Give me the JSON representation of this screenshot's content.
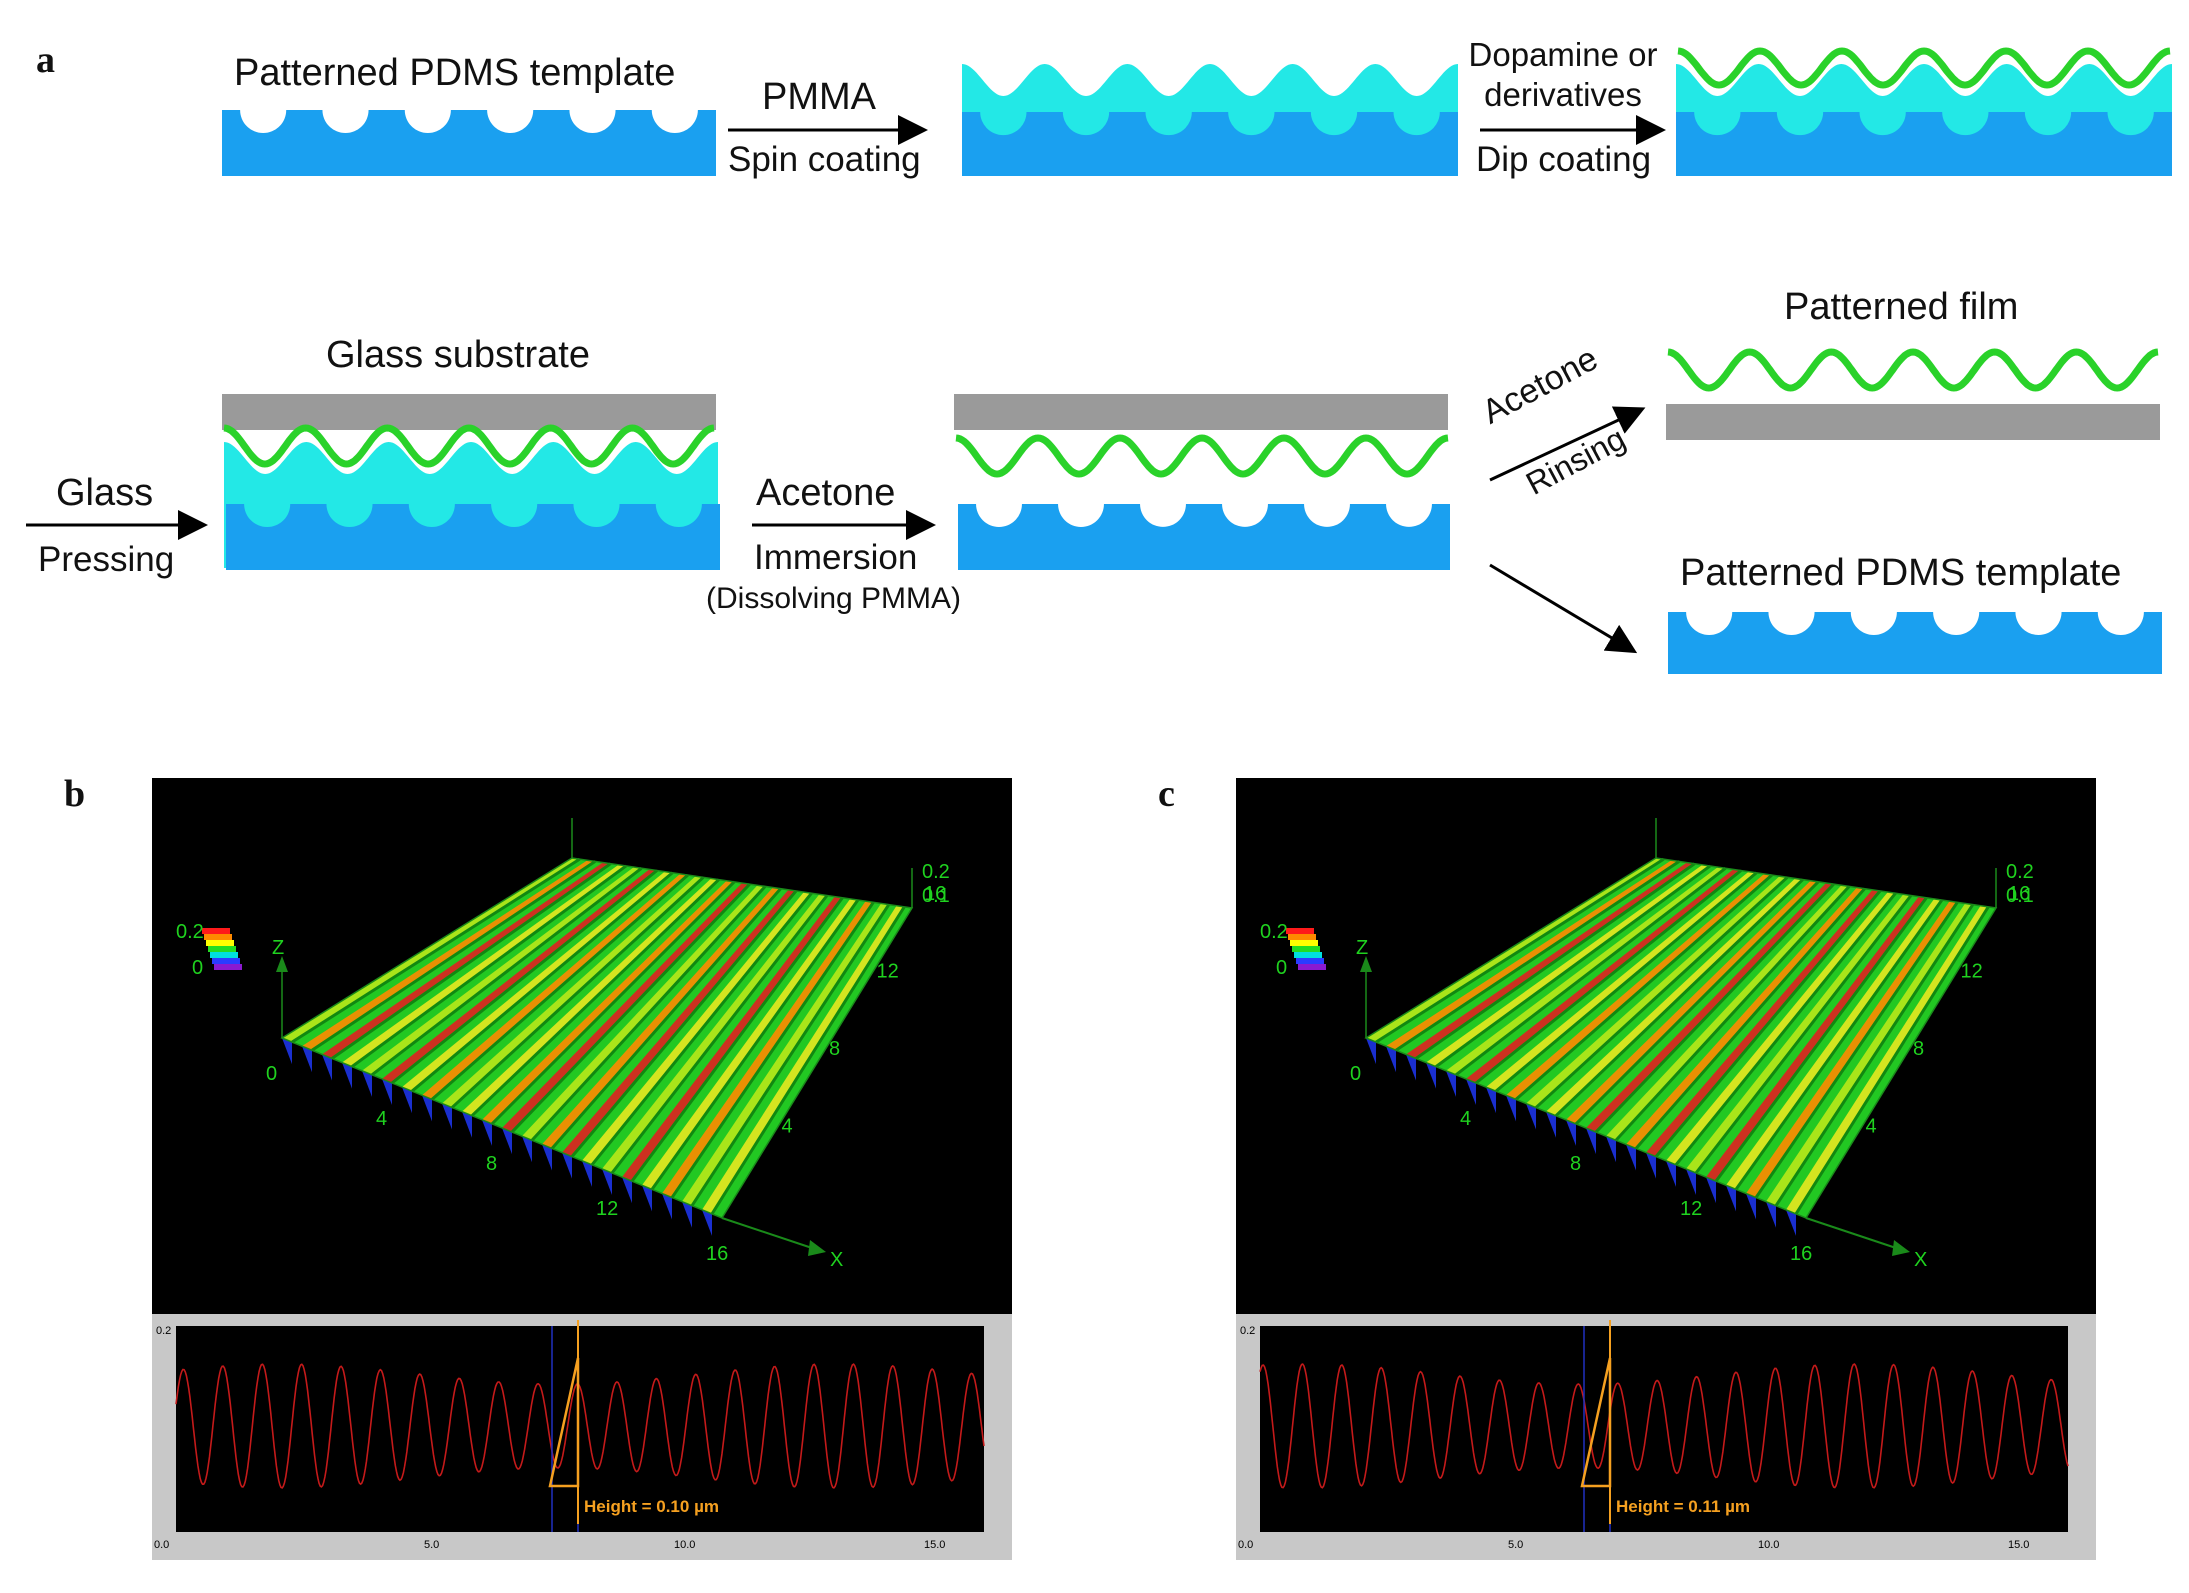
{
  "panel_a": {
    "letter": "a",
    "steps": {
      "template_title": "Patterned PDMS template",
      "pmma_label": "PMMA",
      "spin_label": "Spin coating",
      "dopamine_label_1": "Dopamine or",
      "dopamine_label_2": "derivatives",
      "dip_label": "Dip coating",
      "glass_substrate_title": "Glass substrate",
      "glass_label": "Glass",
      "pressing_label": "Pressing",
      "acetone_label": "Acetone",
      "immersion_label": "Immersion",
      "dissolving_label": "(Dissolving PMMA)",
      "acetone_rinse_label": "Acetone",
      "rinsing_label": "Rinsing",
      "patterned_film_title": "Patterned film",
      "template_title_2": "Patterned PDMS template"
    },
    "colors": {
      "pdms": "#1aa0f0",
      "pmma": "#23e8e6",
      "film": "#2ad22a",
      "glass": "#9a9a9a"
    }
  },
  "panel_b": {
    "letter": "b",
    "color_scale": {
      "max": "0.2",
      "min": "0"
    },
    "axis_z": "Z",
    "axis_x": "X",
    "x_ticks": [
      "0",
      "4",
      "8",
      "12",
      "16"
    ],
    "y_ticks": [
      "4",
      "8",
      "12",
      "16"
    ],
    "z_ticks": [
      "0.2",
      "0.1"
    ],
    "profile": {
      "y_top": "0.2",
      "origin": "0.0",
      "x_ticks": [
        "5.0",
        "10.0",
        "15.0"
      ],
      "height_label": "Height = 0.10 µm"
    }
  },
  "panel_c": {
    "letter": "c",
    "color_scale": {
      "max": "0.2",
      "min": "0"
    },
    "axis_z": "Z",
    "axis_x": "X",
    "x_ticks": [
      "0",
      "4",
      "8",
      "12",
      "16"
    ],
    "y_ticks": [
      "4",
      "8",
      "12",
      "16"
    ],
    "z_ticks": [
      "0.2",
      "0.1"
    ],
    "profile": {
      "y_top": "0.2",
      "origin": "0.0",
      "x_ticks": [
        "5.0",
        "10.0",
        "15.0"
      ],
      "height_label": "Height = 0.11 µm"
    }
  }
}
